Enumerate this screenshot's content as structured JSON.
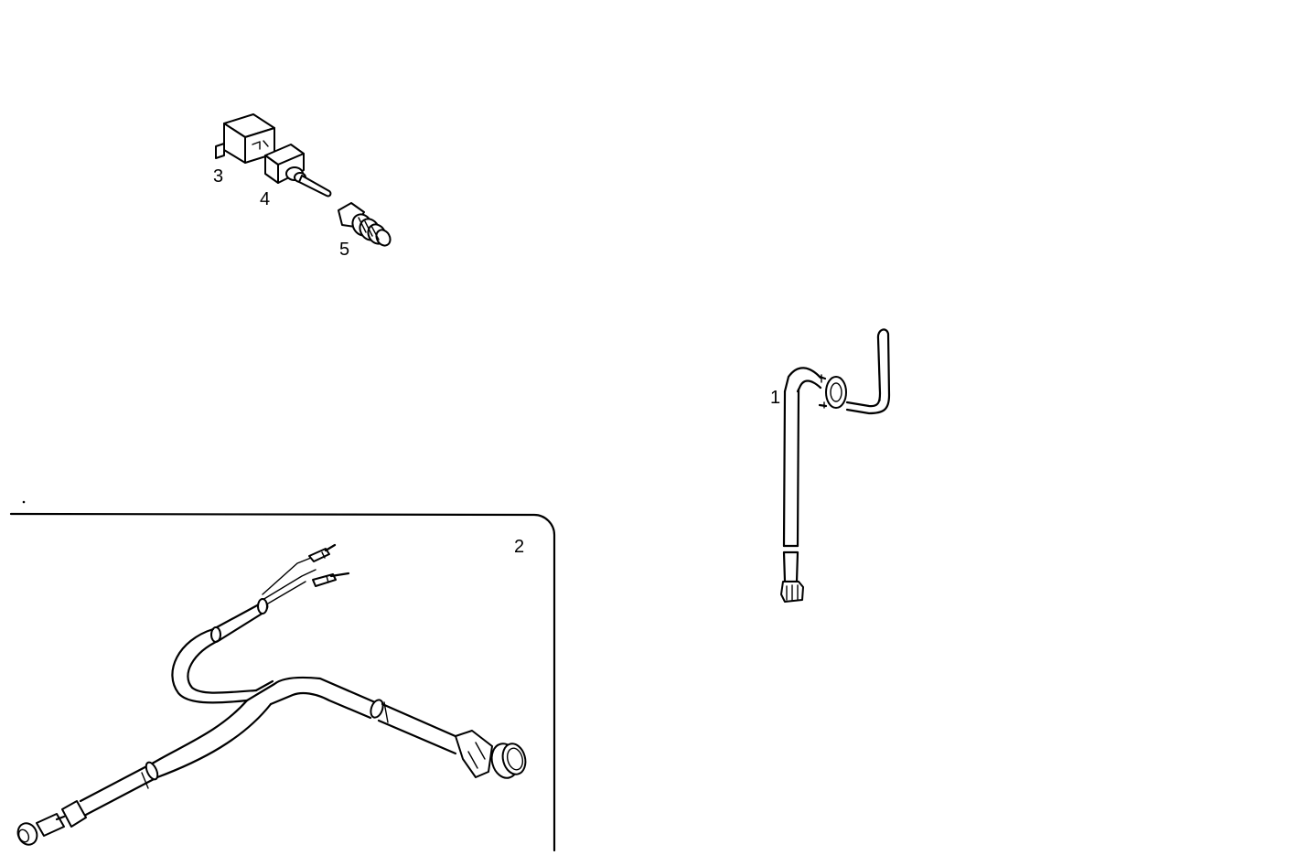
{
  "callouts": {
    "part_1": "1",
    "part_2": "2",
    "part_3": "3",
    "part_4": "4",
    "part_5": "5"
  },
  "colors": {
    "background": "#ffffff",
    "line": "#000000"
  }
}
